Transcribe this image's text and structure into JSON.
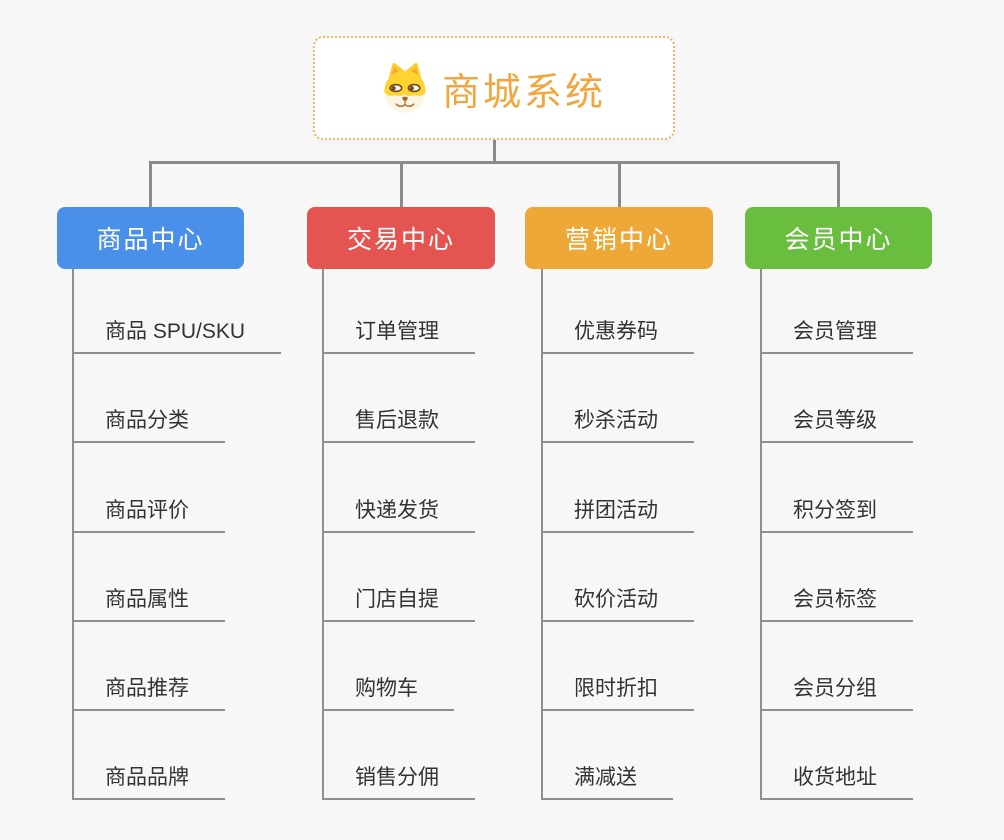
{
  "page": {
    "background_color": "#F7F7F7",
    "connector_color": "#8A8A8A"
  },
  "root": {
    "title": "商城系统",
    "icon": "dog-face-icon",
    "text_color": "#F2A640",
    "border_color": "#EFB362"
  },
  "branches": [
    {
      "label": "商品中心",
      "color": "#4A90E8",
      "items": [
        "商品 SPU/SKU",
        "商品分类",
        "商品评价",
        "商品属性",
        "商品推荐",
        "商品品牌"
      ]
    },
    {
      "label": "交易中心",
      "color": "#E45552",
      "items": [
        "订单管理",
        "售后退款",
        "快递发货",
        "门店自提",
        "购物车",
        "销售分佣"
      ]
    },
    {
      "label": "营销中心",
      "color": "#EDA837",
      "items": [
        "优惠券码",
        "秒杀活动",
        "拼团活动",
        "砍价活动",
        "限时折扣",
        "满减送"
      ]
    },
    {
      "label": "会员中心",
      "color": "#69BE40",
      "items": [
        "会员管理",
        "会员等级",
        "积分签到",
        "会员标签",
        "会员分组",
        "收货地址"
      ]
    }
  ]
}
